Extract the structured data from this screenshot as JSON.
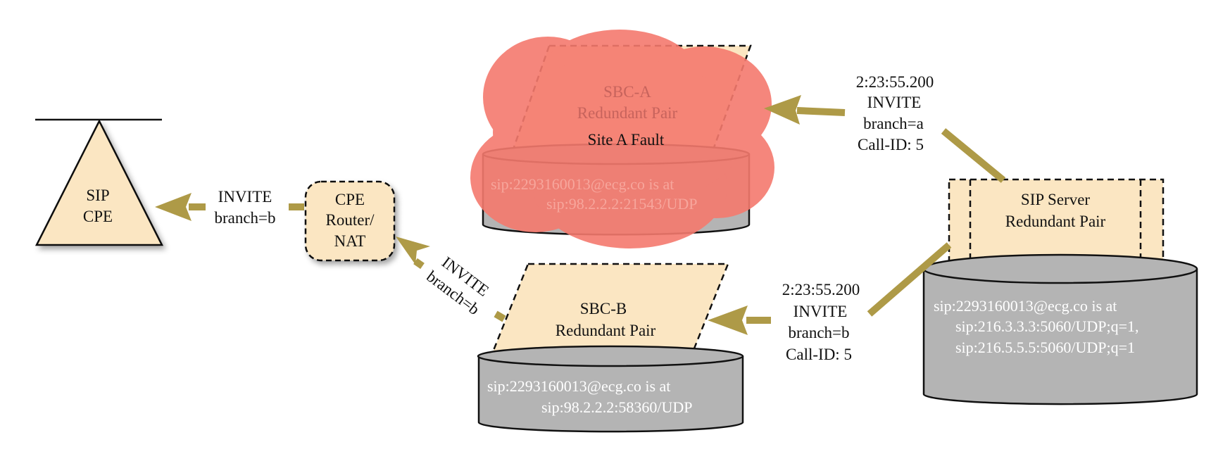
{
  "colors": {
    "box_fill": "#fbe6c2",
    "db_fill": "#b4b4b4",
    "arrow": "#ae9a47",
    "fault_cloud": "#f57a6e"
  },
  "sip_cpe": {
    "line1": "SIP",
    "line2": "CPE"
  },
  "cpe_router": {
    "line1": "CPE",
    "line2": "Router/",
    "line3": "NAT"
  },
  "msg_cpe": {
    "line1": "INVITE",
    "line2": "branch=b"
  },
  "msg_router": {
    "line1": "INVITE",
    "line2": "branch=b"
  },
  "sbc_a": {
    "line1": "SBC-A",
    "line2": "Redundant Pair",
    "db_line1": "sip:2293160013@ecg.co is at",
    "db_line2": "sip:98.2.2.2:21543/UDP",
    "fault_label": "Site A Fault"
  },
  "sbc_b": {
    "line1": "SBC-B",
    "line2": "Redundant Pair",
    "db_line1": "sip:2293160013@ecg.co is at",
    "db_line2": "sip:98.2.2.2:58360/UDP"
  },
  "msg_top": {
    "time": "2:23:55.200",
    "method": "INVITE",
    "branch": "branch=a",
    "callid": "Call-ID: 5"
  },
  "msg_bottom": {
    "time": "2:23:55.200",
    "method": "INVITE",
    "branch": "branch=b",
    "callid": "Call-ID: 5"
  },
  "sip_server": {
    "line1": "SIP Server",
    "line2": "Redundant Pair",
    "db_line1": "sip:2293160013@ecg.co is at",
    "db_line2": "sip:216.3.3.3:5060/UDP;q=1,",
    "db_line3": "sip:216.5.5.5:5060/UDP;q=1"
  }
}
